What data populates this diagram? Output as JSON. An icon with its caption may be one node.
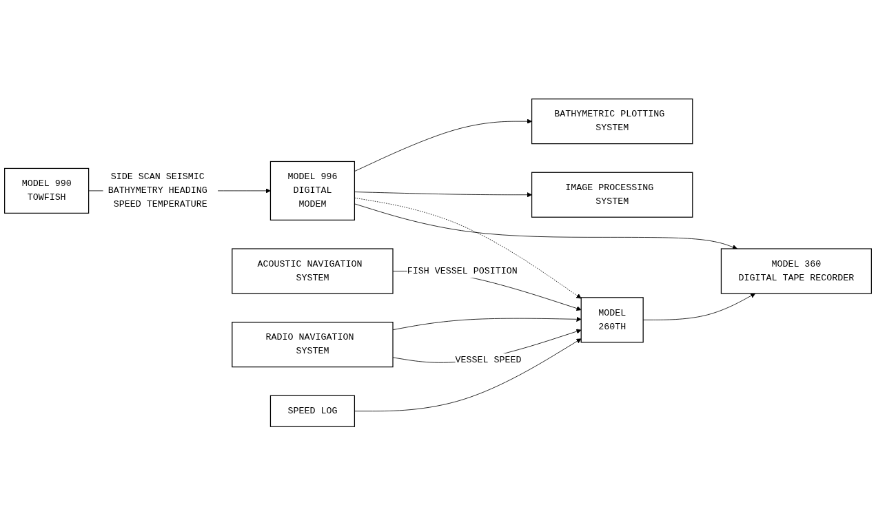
{
  "diagram": {
    "nodes": [
      {
        "text": [
          "MODEL 990",
          "TOWFISH"
        ]
      },
      {
        "text": [
          "MODEL 996",
          "DIGITAL",
          "MODEM"
        ]
      },
      {
        "text": [
          "BATHYMETRIC PLOTTING SYSTEM"
        ]
      },
      {
        "text": [
          "IMAGE PROCESSING SYSTEM"
        ]
      },
      {
        "text": [
          "ACOUSTIC NAVIGATION SYSTEM"
        ]
      },
      {
        "text": [
          "RADIO NAVIGATION SYSTEM"
        ]
      },
      {
        "text": [
          "SPEED LOG"
        ]
      },
      {
        "text": [
          "MODEL",
          "260TH"
        ]
      },
      {
        "text": [
          "MODEL 360",
          "DIGITAL TAPE RECORDER"
        ]
      }
    ],
    "edges": [
      {
        "from": 0,
        "to": 1,
        "arrow": "to",
        "label": "SIDE SCAN SEISMIC BATHYMETRY HEADING SPEED TEMPERATURE"
      },
      {
        "from": 1,
        "to": 2,
        "arrow": "to"
      },
      {
        "from": 1,
        "to": 3,
        "arrow": "to"
      },
      {
        "from": 4,
        "to": 7,
        "arrow": "to",
        "label": "FISH VESSEL POSITION"
      },
      {
        "from": 5,
        "to": 7,
        "arrow": "to"
      },
      {
        "from": 5,
        "to": 7,
        "arrow": "to",
        "label": "VESSEL SPEED"
      },
      {
        "from": 6,
        "to": 7,
        "arrow": "to"
      },
      {
        "from": 1,
        "to": 7,
        "arrow": "to",
        "style": "dashed"
      },
      {
        "from": 1,
        "to": 8,
        "arrow": "to"
      },
      {
        "from": 7,
        "to": 8,
        "arrow": "to"
      }
    ]
  }
}
